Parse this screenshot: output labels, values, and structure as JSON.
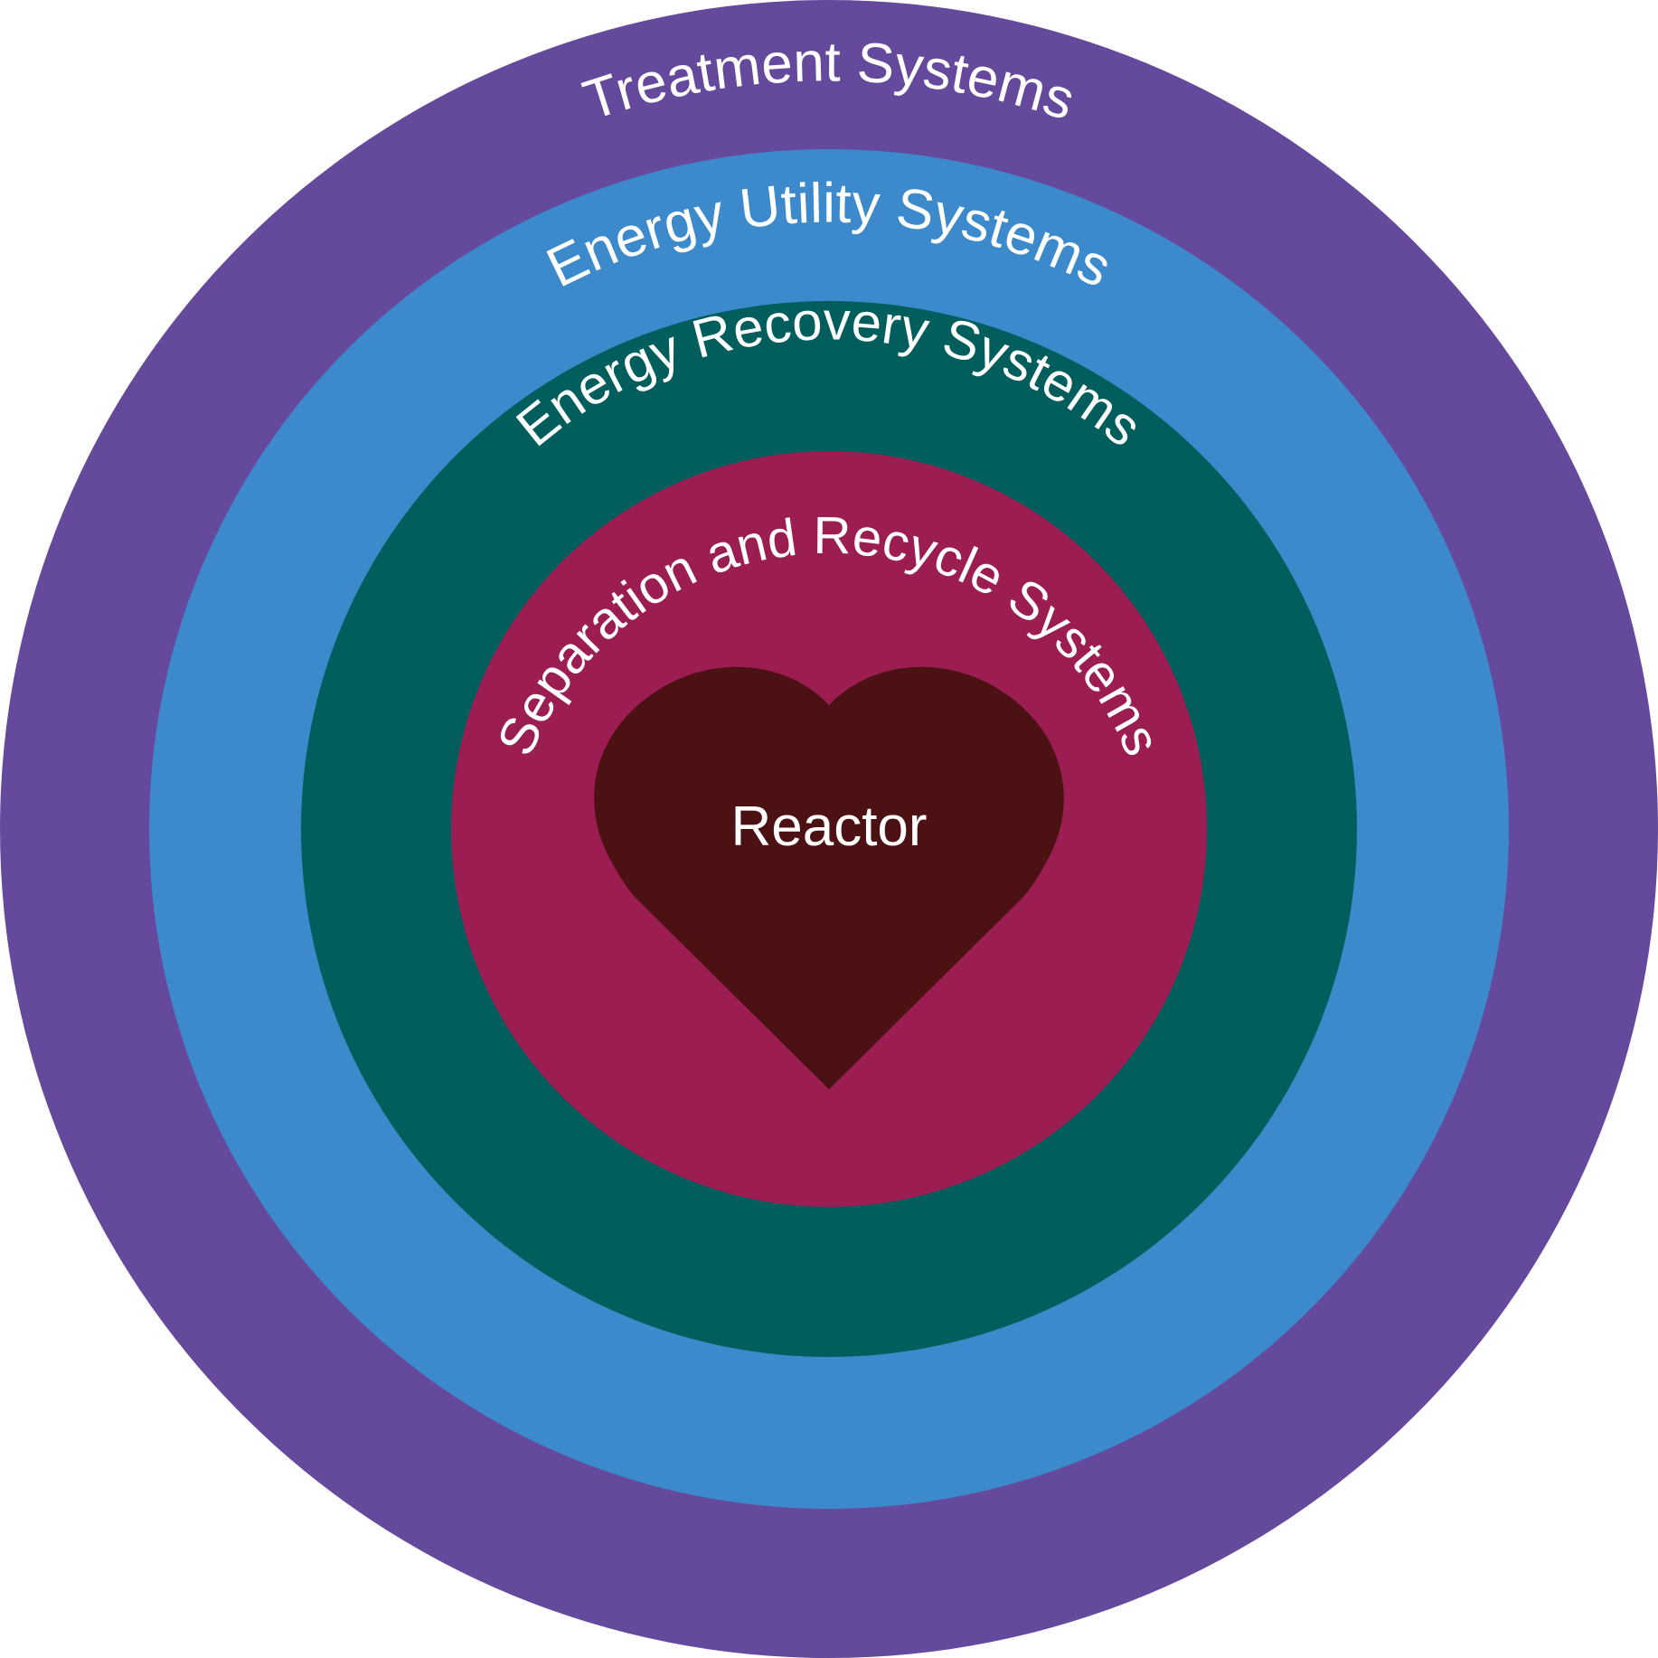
{
  "diagram": {
    "rings": [
      {
        "label": "Treatment Systems",
        "color": "#65499C"
      },
      {
        "label": "Energy Utility Systems",
        "color": "#3C8ACB"
      },
      {
        "label": "Energy Recovery Systems",
        "color": "#025E5C"
      },
      {
        "label": "Separation and Recycle Systems",
        "color": "#9C1D52"
      }
    ],
    "core": {
      "label": "Reactor",
      "shape": "heart-icon",
      "color": "#4C1213"
    }
  }
}
